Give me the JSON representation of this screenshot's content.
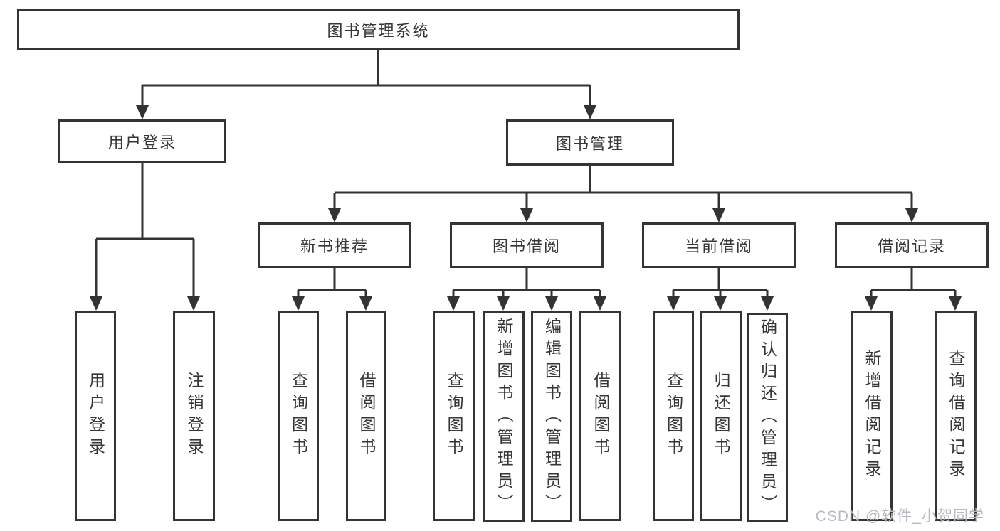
{
  "tree": {
    "label": "图书管理系统",
    "children": [
      {
        "label": "用户登录",
        "children": [
          {
            "label": "用户登录"
          },
          {
            "label": "注销登录"
          }
        ]
      },
      {
        "label": "图书管理",
        "children": [
          {
            "label": "新书推荐",
            "children": [
              {
                "label": "查询图书"
              },
              {
                "label": "借阅图书"
              }
            ]
          },
          {
            "label": "图书借阅",
            "children": [
              {
                "label": "查询图书"
              },
              {
                "label": "新增图书（管理员）"
              },
              {
                "label": "编辑图书（管理员）"
              },
              {
                "label": "借阅图书"
              }
            ]
          },
          {
            "label": "当前借阅",
            "children": [
              {
                "label": "查询图书"
              },
              {
                "label": "归还图书"
              },
              {
                "label": "确认归还（管理员）"
              }
            ]
          },
          {
            "label": "借阅记录",
            "children": [
              {
                "label": "新增借阅记录"
              },
              {
                "label": "查询借阅记录"
              }
            ]
          }
        ]
      }
    ]
  },
  "watermark": "CSDN @软件_小贺同学",
  "colors": {
    "line": "#333333",
    "node_border": "#343434",
    "text": "#363636",
    "watermark": "#b7bac0",
    "background": "#ffffff"
  }
}
